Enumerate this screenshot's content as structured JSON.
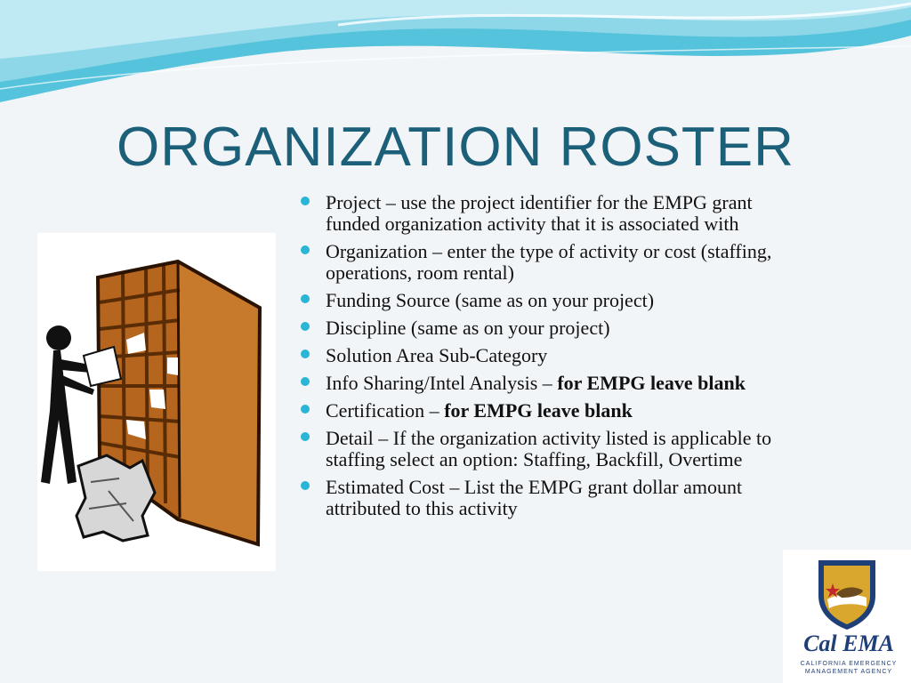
{
  "slide": {
    "title": "ORGANIZATION ROSTER",
    "bullets": [
      {
        "text": "Project – use the project identifier for the EMPG grant funded organization activity that it is associated with",
        "bold": ""
      },
      {
        "text": "Organization – enter the type of activity or cost (staffing, operations, room rental)",
        "bold": ""
      },
      {
        "text": "Funding Source (same as on your project)",
        "bold": ""
      },
      {
        "text": "Discipline (same as on your project)",
        "bold": ""
      },
      {
        "text": "Solution Area Sub-Category",
        "bold": ""
      },
      {
        "text": "Info Sharing/Intel Analysis – ",
        "bold": "for EMPG leave blank"
      },
      {
        "text": "Certification – ",
        "bold": "for EMPG leave blank"
      },
      {
        "text": "Detail – If the organization activity listed is applicable to staffing select an option: Staffing, Backfill, Overtime",
        "bold": ""
      },
      {
        "text": "Estimated Cost – List the EMPG grant dollar amount attributed to this activity",
        "bold": ""
      }
    ],
    "clipart": "person-filing-papers-icon",
    "logo": {
      "name": "Cal EMA",
      "subtitle": "CALIFORNIA EMERGENCY MANAGEMENT AGENCY"
    }
  },
  "colors": {
    "title": "#1b5f78",
    "bullet": "#2ab5d6",
    "wave_dark": "#56c3dc",
    "wave_light": "#bfe9f3",
    "shelf": "#b5651d",
    "logo_navy": "#1f3f78",
    "logo_gold": "#d9a62e"
  }
}
